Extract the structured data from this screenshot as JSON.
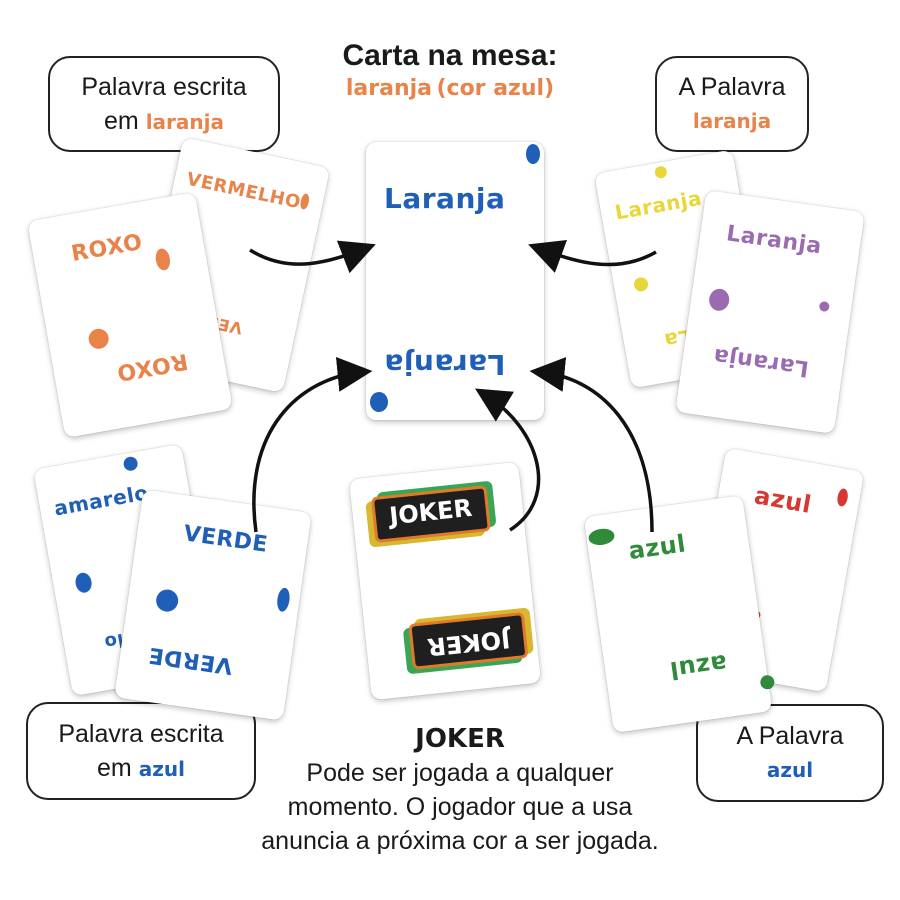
{
  "header": {
    "title": "Carta na mesa:",
    "subtitle_word": "laranja",
    "subtitle_rest": "(cor azul)"
  },
  "center_card": {
    "word": "Laranja"
  },
  "callouts": {
    "top_left": {
      "line1": "Palavra escrita",
      "prefix": "em ",
      "word": "laranja"
    },
    "top_right": {
      "line1": "A Palavra",
      "word": "laranja"
    },
    "bottom_left": {
      "line1": "Palavra escrita",
      "prefix": "em ",
      "word": "azul"
    },
    "bottom_right": {
      "line1": "A Palavra",
      "word": "azul"
    }
  },
  "cards": {
    "roxo": {
      "word": "ROXO"
    },
    "vermelho": {
      "word": "VERMELHO",
      "fragment": "VER"
    },
    "laranja_yellow": {
      "word": "Laranja",
      "fragment": "La"
    },
    "laranja_purple": {
      "word": "Laranja"
    },
    "amarelo": {
      "word": "amarelo",
      "fragment": "elo"
    },
    "verde": {
      "word": "VERDE"
    },
    "joker": {
      "word": "JOKER"
    },
    "azul_green": {
      "word": "azul"
    },
    "azul_red": {
      "word": "azul",
      "fragment": "a"
    }
  },
  "joker_info": {
    "title": "JOKER",
    "line1": "Pode ser jogada a qualquer",
    "line2": "momento. O jogador que a usa",
    "line3": "anuncia a próxima cor a ser jogada."
  },
  "colors": {
    "orange": "#e8834a",
    "blue": "#1f5fb8",
    "yellow": "#e9d63a",
    "purple": "#9a6bb0",
    "green": "#2f8a3a",
    "red": "#d53a32"
  }
}
